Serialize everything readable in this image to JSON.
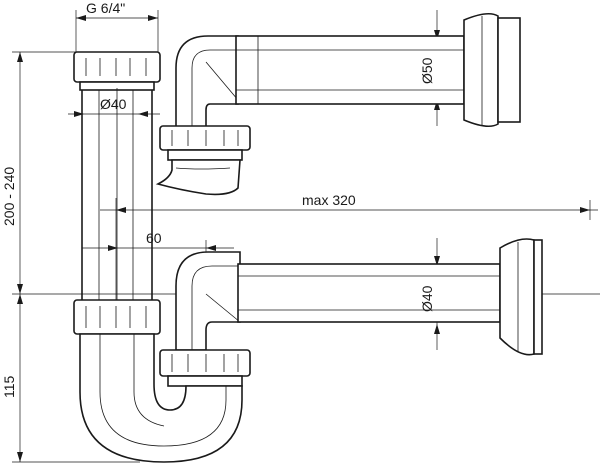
{
  "dimensions": {
    "thread": "G 6/4\"",
    "diameter_inlet": "Ø40",
    "diameter_upper_outlet": "Ø50",
    "diameter_lower_outlet": "Ø40",
    "max_reach": "max 320",
    "offset": "60",
    "height_range": "200 - 240",
    "trap_depth": "115"
  }
}
